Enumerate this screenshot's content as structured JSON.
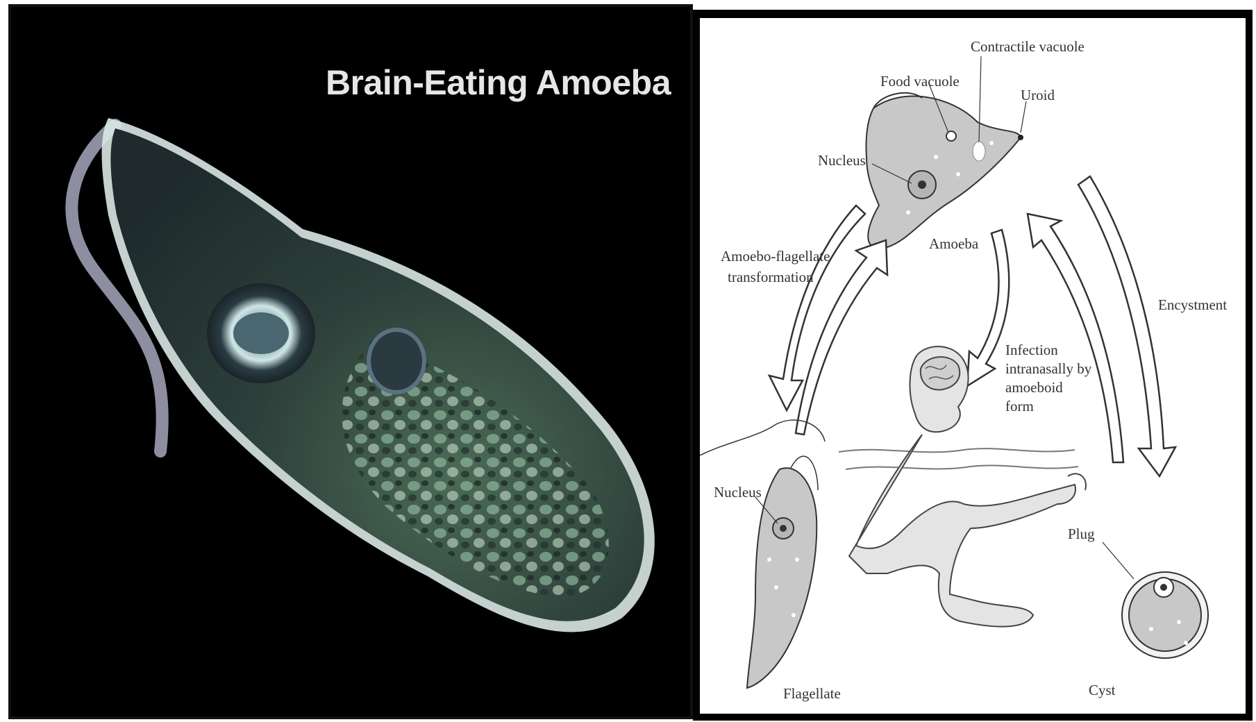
{
  "left_panel": {
    "title": "Brain-Eating Amoeba"
  },
  "right_panel": {
    "labels": {
      "contractile_vacuole": "Contractile vacuole",
      "food_vacuole": "Food vacuole",
      "uroid": "Uroid",
      "nucleus_amoeba": "Nucleus",
      "amoeba": "Amoeba",
      "transformation_line1": "Amoebo-flagellate",
      "transformation_line2": "transformation",
      "encystment": "Encystment",
      "infection_line1": "Infection",
      "infection_line2": "intranasally by",
      "infection_line3": "amoeboid",
      "infection_line4": "form",
      "nucleus_flagellate": "Nucleus",
      "flagellate": "Flagellate",
      "plug": "Plug",
      "cyst": "Cyst"
    }
  },
  "colors": {
    "left_background": "#000000",
    "diagram_gray": "#bdbdbd",
    "outline": "#333333"
  }
}
